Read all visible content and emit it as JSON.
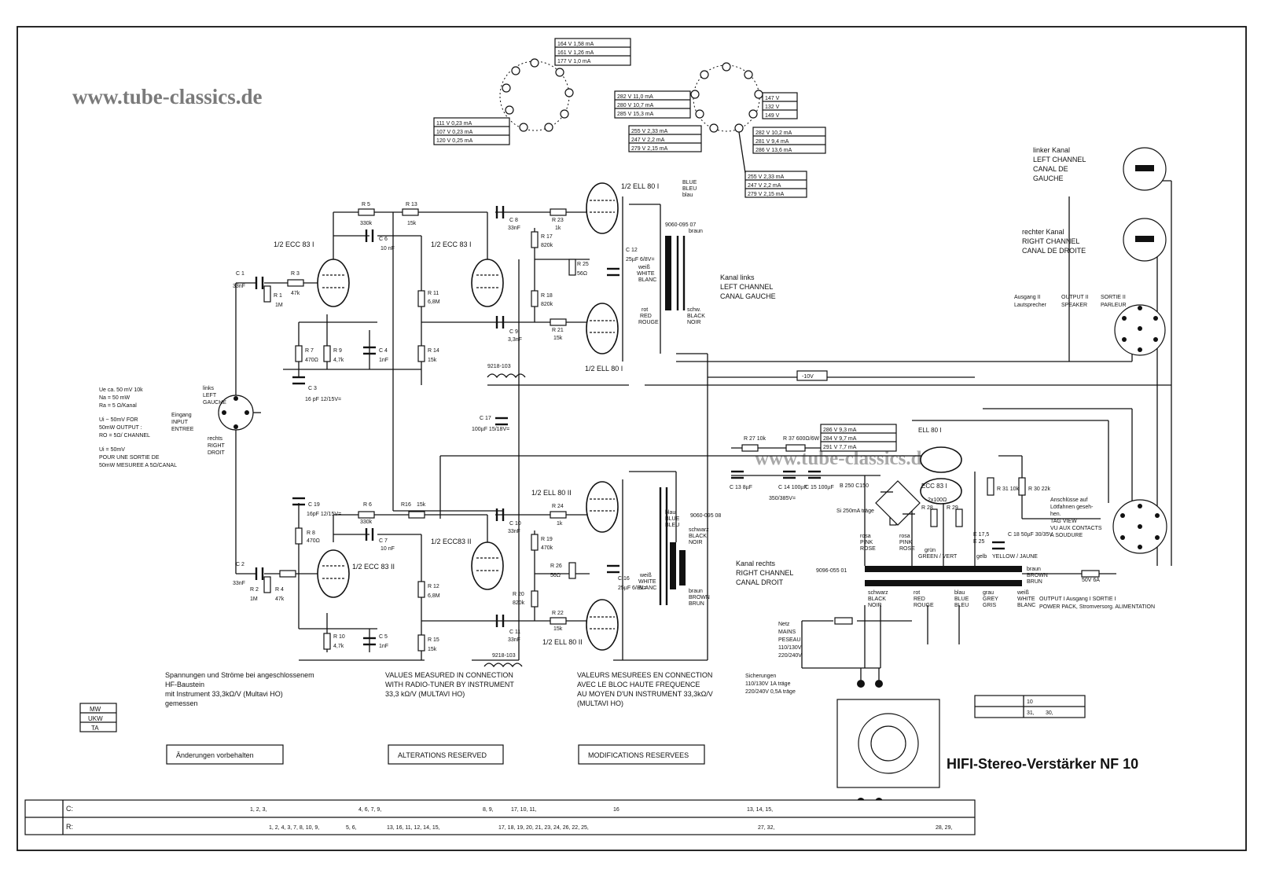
{
  "watermark": {
    "primary": "www.tube-classics.de",
    "secondary": "www.tube-classics.de"
  },
  "title": "HIFI-Stereo-Verstärker NF 10",
  "notes": {
    "de": [
      "Spannungen und Ströme bei angeschlossenem",
      "HF-Baustein",
      "mit Instrument 33,3kΩ/V (Multavi HO)",
      "gemessen"
    ],
    "en": [
      "VALUES MEASURED IN CONNECTION",
      "WITH RADIO-TUNER BY INSTRUMENT",
      "33,3 kΩ/V (MULTAVI HO)"
    ],
    "fr": [
      "VALEURS MESUREES EN CONNECTION",
      "AVEC LE BLOC HAUTE FREQUENCE",
      "AU MOYEN D'UN INSTRUMENT 33,3kΩ/V",
      "(MULTAVI HO)"
    ]
  },
  "reserved": {
    "de": "Änderungen vorbehalten",
    "en": "ALTERATIONS RESERVED",
    "fr": "MODIFICATIONS RESERVEES"
  },
  "bands": [
    "MW",
    "UKW",
    "TA"
  ],
  "revision_box": {
    "top": "10",
    "bottom_a": "31,",
    "bottom_b": "30,"
  },
  "parts_table": {
    "c_label": "C:",
    "r_label": "R:",
    "c_groups": [
      "1, 2, 3,",
      "4, 6, 7, 9,",
      "8, 9,",
      "17, 10, 11,",
      "16",
      "13, 14, 15,"
    ],
    "r_groups": [
      "1, 2, 4, 3, 7, 8, 10, 9,",
      "5, 6,",
      "13, 16, 11, 12, 14, 15,",
      "17, 18, 19, 20, 21, 23, 24, 26, 22, 25,",
      "27, 32,",
      "28, 29,"
    ]
  },
  "pinout_left": {
    "top_rows": [
      "164 V   1,58 mA",
      "161 V   1,26 mA",
      "177 V   1,0 mA"
    ],
    "bottom_rows": [
      "111 V   0,23 mA",
      "107 V   0,23 mA",
      "120 V   0,25 mA"
    ]
  },
  "pinout_right": {
    "left_rows": [
      "282 V   11,0 mA",
      "280 V   10,7 mA",
      "285 V   15,3 mA"
    ],
    "left_rows2": [
      "255 V   2,33 mA",
      "247 V   2,2 mA",
      "279 V   2,15 mA"
    ],
    "right_top": [
      "147 V",
      "132 V",
      "149 V"
    ],
    "right_rows": [
      "282 V   10,2 mA",
      "281 V   9,4 mA",
      "286 V   13,6 mA"
    ],
    "lower_rows": [
      "255 V   2,33 mA",
      "247 V   2,2 mA",
      "279 V   2,15 mA"
    ]
  },
  "psu_table": [
    "286 V   9,3 mA",
    "284 V   9,7 mA",
    "291 V   7,7 mA"
  ],
  "input_specs": {
    "lines": [
      "Ue  ca. 50 mV 10k",
      "Na  =  50 mW",
      "Ra  =  5 Ω/Kanal",
      "Ui ~ 50mV FOR",
      "50mW OUTPUT :",
      "RO = 5Ω/ CHANNEL",
      "Ui = 50mV",
      "POUR UNE SORTIE DE",
      "50mW  MESUREE A 5Ω/CANAL"
    ]
  },
  "input_socket": {
    "left_label": [
      "links",
      "LEFT",
      "GAUCHE"
    ],
    "input_label": [
      "Eingang",
      "INPUT",
      "ENTREE"
    ],
    "right_label": [
      "rechts",
      "RIGHT",
      "DROIT"
    ]
  },
  "tubes": {
    "v1a": "1/2 ECC 83 I",
    "v1b": "1/2 ECC 83 I",
    "v2a": "1/2 ECC 83 II",
    "v2b": "1/2 ECC83 II",
    "p1a": "1/2 ELL 80 I",
    "p1b": "1/2 ELL 80 I",
    "p2a": "1/2 ELL 80 II",
    "p2b": "1/2 ELL 80 II",
    "psu_ell": "ELL 80 I",
    "psu_ecc": "ECC 83 I"
  },
  "components_left": [
    {
      "id": "C 1",
      "v": "33nF"
    },
    {
      "id": "R 3",
      "v": "47k"
    },
    {
      "id": "R 1",
      "v": "1M"
    },
    {
      "id": "R 5",
      "v": "330k"
    },
    {
      "id": "R 13",
      "v": "15k"
    },
    {
      "id": "C 6",
      "v": "10 nF"
    },
    {
      "id": "R 7",
      "v": "470Ω"
    },
    {
      "id": "R 9",
      "v": "4,7k"
    },
    {
      "id": "C 4",
      "v": "1nF"
    },
    {
      "id": "C 3",
      "v": "16 pF 12/15V="
    },
    {
      "id": "R 11",
      "v": "6,8M"
    },
    {
      "id": "R 14",
      "v": "15k"
    },
    {
      "id": "C 8",
      "v": "33nF"
    },
    {
      "id": "C 9",
      "v": "3,3nF"
    },
    {
      "id": "R 17",
      "v": "820k"
    },
    {
      "id": "R 18",
      "v": "820k"
    },
    {
      "id": "R 23",
      "v": "1k"
    },
    {
      "id": "R 21",
      "v": "15k"
    },
    {
      "id": "R 25",
      "v": "56Ω"
    },
    {
      "id": "C 12",
      "v": "25µF 6/8V="
    },
    {
      "id": "C 17",
      "v": "100µF 15/18V="
    }
  ],
  "components_right": [
    {
      "id": "C 19",
      "v": "16pF 12/15V="
    },
    {
      "id": "R 8",
      "v": "470Ω"
    },
    {
      "id": "C 2",
      "v": "33nF"
    },
    {
      "id": "R 2",
      "v": "1M"
    },
    {
      "id": "R 4",
      "v": "47k"
    },
    {
      "id": "R 6",
      "v": "330k"
    },
    {
      "id": "R16",
      "v": "15k"
    },
    {
      "id": "C 7",
      "v": "10 nF"
    },
    {
      "id": "R 10",
      "v": "4,7k"
    },
    {
      "id": "C 5",
      "v": "1nF"
    },
    {
      "id": "R 12",
      "v": "6,8M"
    },
    {
      "id": "R 15",
      "v": "15k"
    },
    {
      "id": "C 10",
      "v": "33nF"
    },
    {
      "id": "C 11",
      "v": "33nF"
    },
    {
      "id": "R 19",
      "v": "470k"
    },
    {
      "id": "R 20",
      "v": "820k"
    },
    {
      "id": "R 24",
      "v": "1k"
    },
    {
      "id": "R 22",
      "v": "15k"
    },
    {
      "id": "R 26",
      "v": "56Ω"
    },
    {
      "id": "C 16",
      "v": "25µF 6/8V="
    }
  ],
  "chokes": [
    "9218-103",
    "9218-103"
  ],
  "transformers": {
    "left_id": "9060-095 07",
    "right_id": "9060-095 08",
    "mains_id": "9096-055 01"
  },
  "channel_labels": {
    "left": [
      "Kanal links",
      "LEFT CHANNEL",
      "CANAL GAUCHE"
    ],
    "right": [
      "Kanal rechts",
      "RIGHT CHANNEL",
      "CANAL DROIT"
    ]
  },
  "speaker_labels": {
    "left": [
      "linker Kanal",
      "LEFT CHANNEL",
      "CANAL DE",
      "GAUCHE"
    ],
    "right": [
      "rechter Kanal",
      "RIGHT CHANNEL",
      "CANAL DE DROITE"
    ],
    "output2": [
      "Ausgang II",
      "Lautsprecher",
      "OUTPUT II",
      "SPEAKER",
      "SORTIE II",
      "PARLEUR"
    ]
  },
  "wire_colors": {
    "blue": [
      "BLUE",
      "BLEU",
      "blau"
    ],
    "braun": "braun",
    "weiss": [
      "weiß",
      "WHITE",
      "BLANC"
    ],
    "rot": [
      "rot",
      "RED",
      "ROUGE"
    ],
    "schw": [
      "schw.",
      "BLACK",
      "NOIR"
    ],
    "blau2": [
      "blau",
      "BLUE",
      "BLEU"
    ],
    "schwarz": [
      "schwarz",
      "BLACK",
      "NOIR"
    ],
    "weiss2": [
      "weiß",
      "WHITE",
      "BLANC"
    ],
    "braun2": [
      "braun",
      "BROWN",
      "BRUN"
    ]
  },
  "psu": {
    "r27": "R 27 10k",
    "r37": "R 37 600Ω/6W",
    "c13": "C 13 8µF",
    "c14": "C 14 100µF",
    "c15": "C 15 100µF",
    "cap_rating": "350/385V=",
    "rect": "B 250 C150",
    "fuse": "Si 250mA träge",
    "rosa": [
      "rosa",
      "PINK",
      "ROSE"
    ],
    "rosa2": [
      "rosa",
      "PINK",
      "ROSE"
    ],
    "gruen": [
      "grün",
      "GREEN / VERT"
    ],
    "r28": "R 28",
    "r29": "R 29",
    "r28v": "2x100Ω",
    "r31": "R 31 10k",
    "r30": "R 30 22k",
    "e": [
      "E 17,5",
      "E 25"
    ],
    "c18": "C 18 50µF 30/35V",
    "gelb": [
      "gelb",
      "YELLOW / JAUNE"
    ],
    "m10v": "-10V",
    "brown": [
      "braun",
      "BROWN",
      "BRUN"
    ],
    "fuse2": "50V 6A",
    "schwarz": [
      "schwarz",
      "BLACK",
      "NOIR"
    ],
    "rot": [
      "rot",
      "RED",
      "ROUGE"
    ],
    "blau": [
      "blau",
      "BLUE",
      "BLEU"
    ],
    "grau": [
      "grau",
      "GREY",
      "GRIS"
    ],
    "weiss": [
      "weiß",
      "WHITE",
      "BLANC"
    ],
    "output1": "OUTPUT I   Ausgang I   SORTIE I",
    "powerpack": "POWER PACK, Stromversorg. ALIMENTATION",
    "mains": [
      "Netz",
      "MAINS",
      "PESEAU",
      "110/130V",
      "220/240V"
    ],
    "fuses_table": [
      "Sicherungen",
      "110/130V      1A träge",
      "220/240V      0,5A träge"
    ],
    "connector_note": [
      "Anschlüsse auf",
      "Lötfahnen geseh-",
      "hen.",
      "TAG VIEW",
      "VU AUX CONTACTS",
      "A SOUDURE"
    ]
  }
}
